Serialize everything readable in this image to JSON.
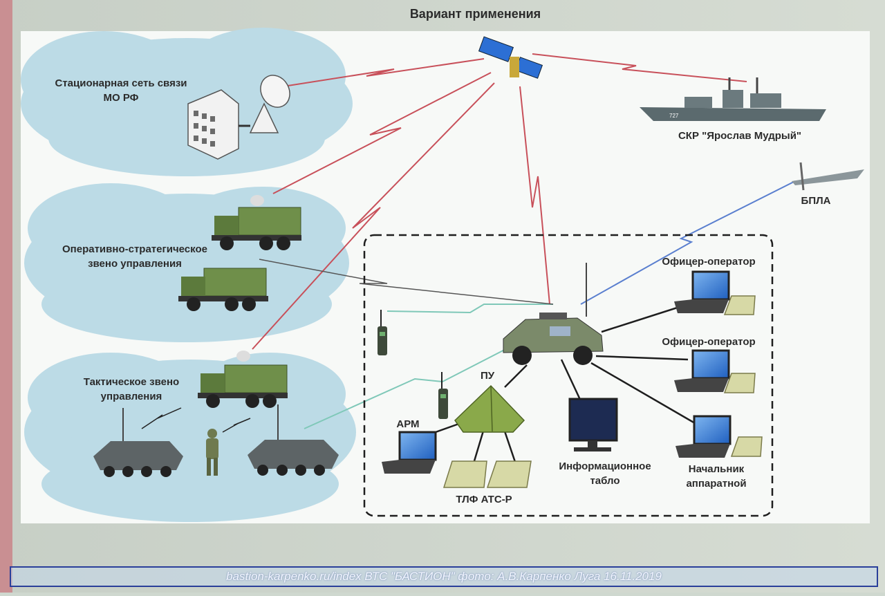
{
  "title": "Вариант применения",
  "labels": {
    "fixed_network": "Стационарная сеть связи",
    "fixed_network_2": "МО РФ",
    "ship": "СКР \"Ярослав Мудрый\"",
    "uav": "БПЛА",
    "operational_strategic": "Оперативно-стратегическое",
    "operational_strategic_2": "звено управления",
    "tactical": "Тактическое звено",
    "tactical_2": "управления",
    "officer_operator_1": "Офицер-оператор",
    "officer_operator_2": "Офицер-оператор",
    "pu": "ПУ",
    "arm": "АРМ",
    "info_board": "Информационное",
    "info_board_2": "табло",
    "chief": "Начальник",
    "chief_2": "аппаратной",
    "tlf": "ТЛФ АТС-Р",
    "ship_hull_number": "727"
  },
  "footer": {
    "site": "bastion-karpenko.ru/index",
    "rest": " ВТС \"БАСТИОН\" фото: А.В.Карпенко Луга 16.11.2019"
  },
  "colors": {
    "radio_link": "#c8505a",
    "sat_link": "#5a7fcf",
    "wire": "#1e1e1e",
    "cloud": "#bcdbe6",
    "truck_green": "#6f8f4a",
    "panel": "#f7f9f7"
  }
}
